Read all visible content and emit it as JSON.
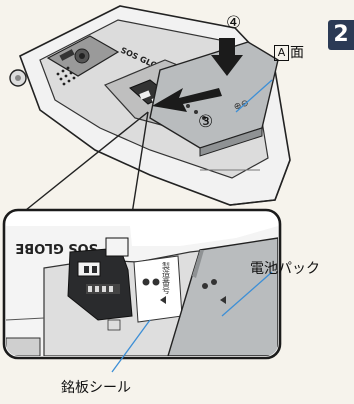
{
  "step_number": "2",
  "labels": {
    "step_four": "④",
    "step_three": "③",
    "face_a_letter": "A",
    "face_a_text": "面",
    "battery_pack": "電池パック",
    "nameplate_seal": "銘板シール",
    "phone_brand_text": "SOS GLOBE",
    "seal_text": "製造番号"
  },
  "colors": {
    "battery_gray": "#b9bcbe",
    "phone_dark": "#2a2b2d",
    "callout_line": "#3d8fd6",
    "badge_bg": "#2b3a55"
  }
}
